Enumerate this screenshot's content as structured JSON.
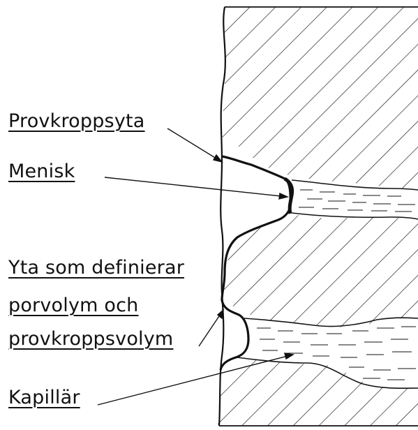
{
  "labels": {
    "surface": "Provkroppsyta",
    "meniscus": "Menisk",
    "defining_line1": "Yta som definierar",
    "defining_line2": "porvolym och",
    "defining_line3": "provkroppsvolym",
    "capillary": "Kapillär"
  },
  "colors": {
    "ink": "#111111",
    "paper": "#ffffff"
  }
}
